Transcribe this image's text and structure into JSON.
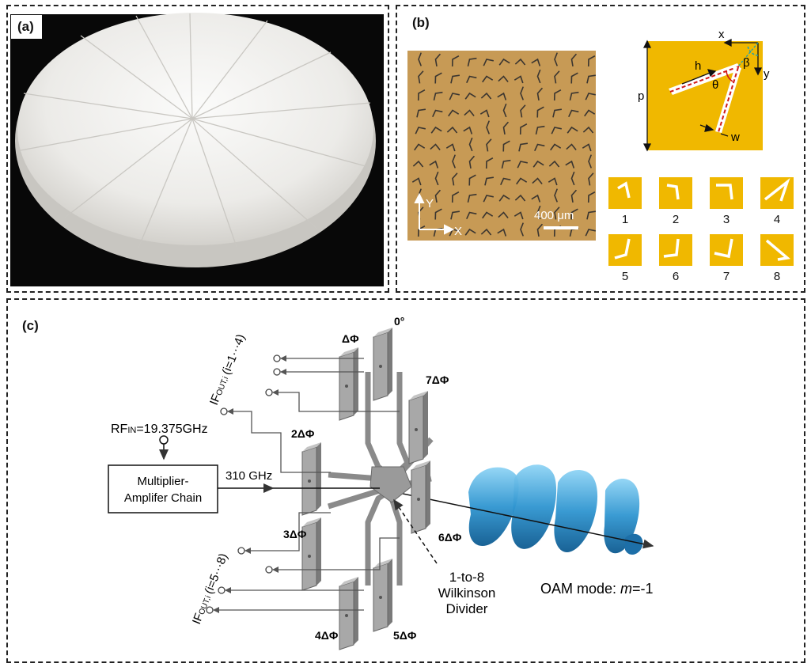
{
  "panel_a": {
    "label": "(a)"
  },
  "panel_b": {
    "label": "(b)",
    "micrograph": {
      "scale_bar": "400 μm",
      "axis_y": "Y",
      "axis_x": "X"
    },
    "unit_cell": {
      "x": "x",
      "y": "y",
      "p": "p",
      "h": "h",
      "theta": "θ",
      "beta": "β",
      "w": "w"
    },
    "elements": [
      "1",
      "2",
      "3",
      "4",
      "5",
      "6",
      "7",
      "8"
    ]
  },
  "panel_c": {
    "label": "(c)",
    "rf_in": "RF",
    "rf_in_sub": "IN",
    "rf_in_value": "=19.375GHz",
    "multiplier_line1": "Multiplier-",
    "multiplier_line2": "Amplifer Chain",
    "freq": "310 GHz",
    "if_out": "IF",
    "if_out_sub": "OUT,i",
    "if_range_top": "(i=1···4)",
    "if_range_bottom": "(i=5···8)",
    "phases": [
      "0°",
      "ΔΦ",
      "7ΔΦ",
      "2ΔΦ",
      "6ΔΦ",
      "3ΔΦ",
      "4ΔΦ",
      "5ΔΦ"
    ],
    "divider_line1": "1-to-8",
    "divider_line2": "Wilkinson",
    "divider_line3": "Divider",
    "oam_mode_prefix": "OAM mode: ",
    "oam_mode_m": "m",
    "oam_mode_value": "=-1"
  },
  "colors": {
    "metasurface_gold": "#f0b800",
    "micrograph_bg": "#c79a55",
    "oam_blue": "#3a9fd8",
    "patch_gray": "#a8a8a8"
  }
}
